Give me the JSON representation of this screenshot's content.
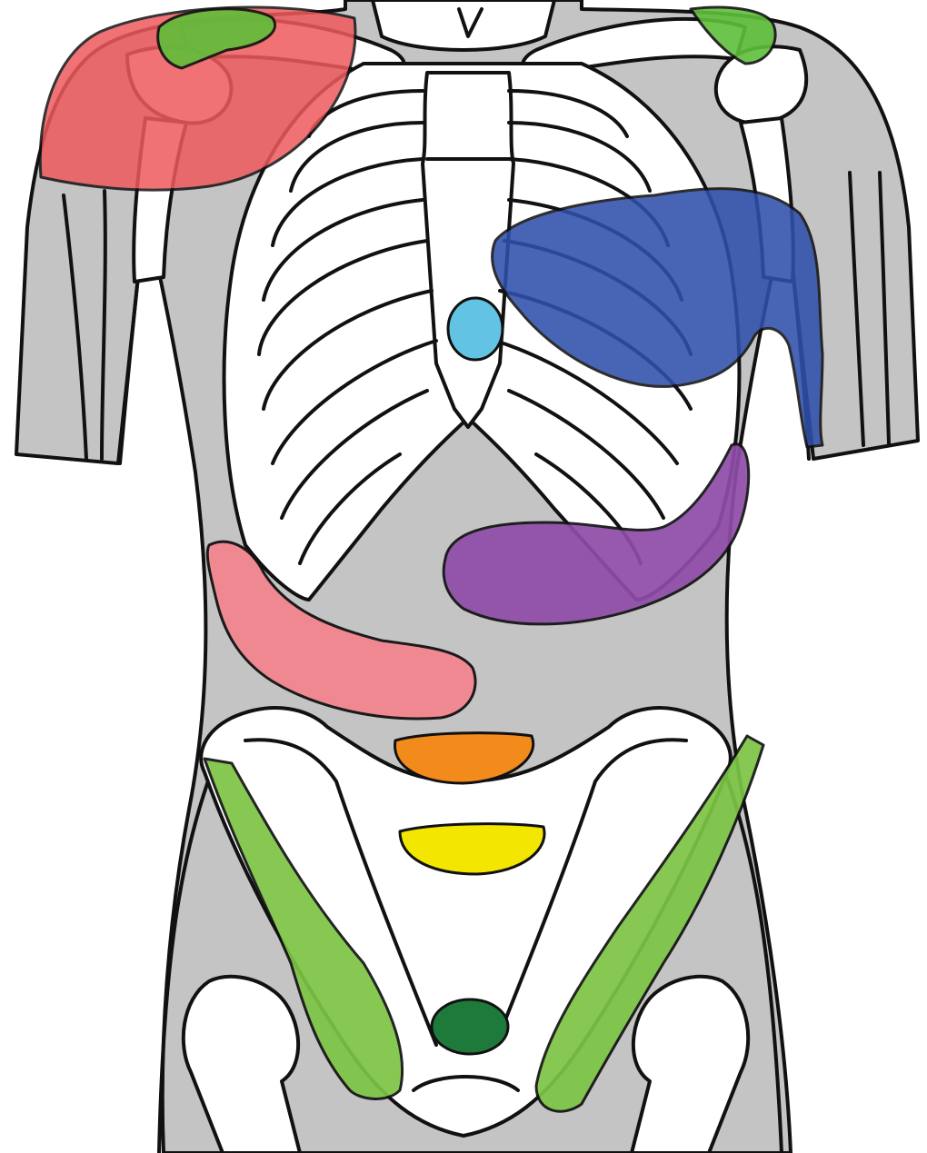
{
  "colors": {
    "background": "#ffffff",
    "body": "#c4c4c4",
    "bone": "#ffffff",
    "outline": "#111111",
    "shoulder": "#ee5a5c",
    "clavicle_green": "#5fbf3a",
    "heart": "#2f4faa",
    "sternum_dot": "#63c3e4",
    "stomach": "#8e4ca8",
    "liver_band": "#f2858f",
    "umbilical_orange": "#f28a1c",
    "umbilical_yellow": "#f3e600",
    "inguinal_green": "#7cc444",
    "suprapubic": "#1e7a3b"
  },
  "regions": [
    {
      "id": "right-shoulder",
      "color_key": "shoulder"
    },
    {
      "id": "left-clavicle",
      "color_key": "clavicle_green"
    },
    {
      "id": "right-clavicle",
      "color_key": "clavicle_green"
    },
    {
      "id": "heart-left-arm",
      "color_key": "heart"
    },
    {
      "id": "sternum",
      "color_key": "sternum_dot"
    },
    {
      "id": "epigastric-left",
      "color_key": "stomach"
    },
    {
      "id": "right-upper-quadrant",
      "color_key": "liver_band"
    },
    {
      "id": "periumbilical-upper",
      "color_key": "umbilical_orange"
    },
    {
      "id": "periumbilical-lower",
      "color_key": "umbilical_yellow"
    },
    {
      "id": "right-inguinal",
      "color_key": "inguinal_green"
    },
    {
      "id": "left-inguinal",
      "color_key": "inguinal_green"
    },
    {
      "id": "suprapubic",
      "color_key": "suprapubic"
    }
  ]
}
